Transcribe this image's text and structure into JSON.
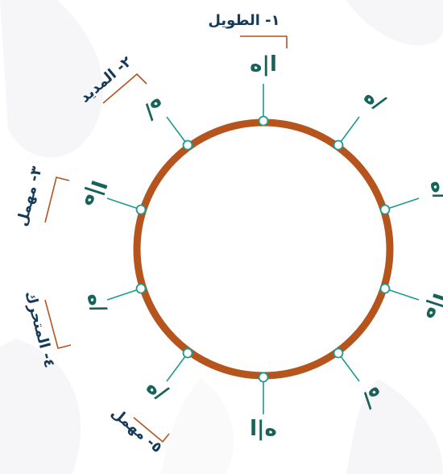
{
  "colors": {
    "ring": "#b5541c",
    "spoke": "#1e9a8e",
    "symbol": "#176259",
    "label": "#163a57",
    "leader": "#b5541c"
  },
  "symbols": [
    "ا|ه",
    "ه/",
    "ه/",
    "ه|ا",
    "ه/",
    "ه|ا",
    "ه/",
    "ه/",
    "ه|ا",
    "ه/"
  ],
  "labels": {
    "l1": "١- الطويل",
    "l2": "٢- المديد",
    "l3": "٣- مهمل",
    "l4": "٤- المتحرك",
    "l5": "٥- مهمل"
  }
}
